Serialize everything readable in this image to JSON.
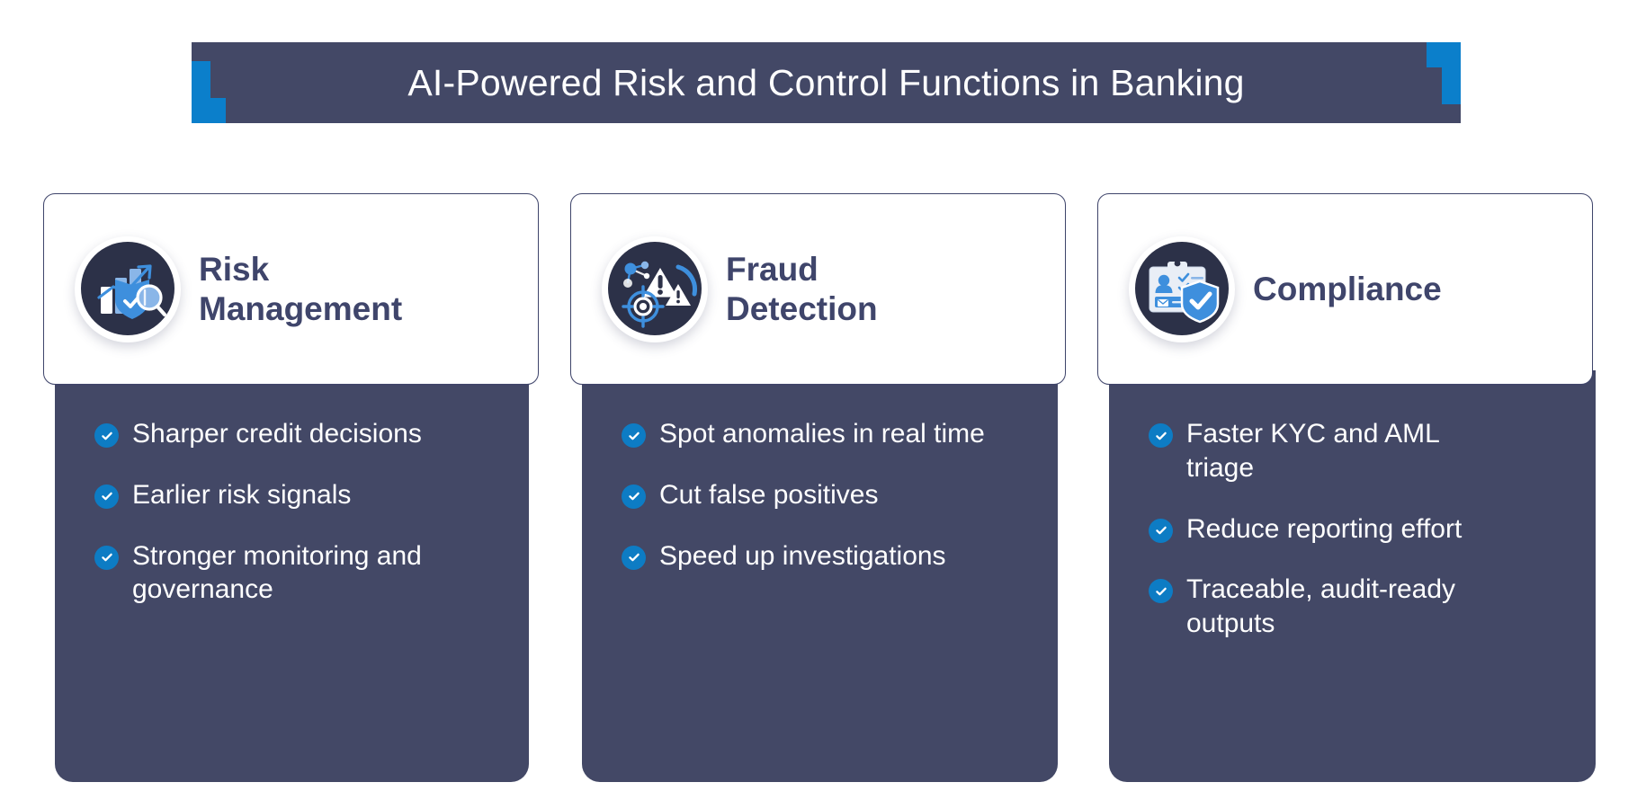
{
  "title": {
    "text": "AI-Powered Risk and Control Functions in Banking",
    "banner_color": "#434866",
    "accent_color": "#0b7fcb",
    "text_color": "#ffffff"
  },
  "theme": {
    "card_body_color": "#434866",
    "card_border_color": "#3f456b",
    "card_title_color": "#3f456b",
    "bullet_badge_color": "#0d7cc4",
    "icon_disc_color": "#2c3148",
    "icon_blue": "#3e8fdd",
    "icon_light_blue": "#8ab6e8",
    "icon_white": "#ffffff",
    "page_background": "#ffffff"
  },
  "cards": [
    {
      "icon_name": "risk-management-icon",
      "icon_parts": [
        "bar-chart",
        "trend-arrow-up",
        "shield-check",
        "magnifier"
      ],
      "title": "Risk\nManagement",
      "title_line1": "Risk",
      "title_line2": "Management",
      "bullets": [
        "Sharper credit decisions",
        "Earlier risk signals",
        "Stronger monitoring and governance"
      ]
    },
    {
      "icon_name": "fraud-detection-icon",
      "icon_parts": [
        "network-nodes",
        "warning-triangle",
        "small-warning-triangle",
        "crosshair-target",
        "signal-arc"
      ],
      "title": "Fraud\nDetection",
      "title_line1": "Fraud",
      "title_line2": "Detection",
      "bullets": [
        "Spot anomalies in real time",
        "Cut false positives",
        "Speed up investigations"
      ]
    },
    {
      "icon_name": "compliance-icon",
      "icon_parts": [
        "clipboard-id-card",
        "person-avatar",
        "checklist-ticks",
        "shield-check"
      ],
      "title": "Compliance",
      "title_line1": "Compliance",
      "title_line2": "",
      "bullets": [
        "Faster KYC and AML triage",
        "Reduce reporting effort",
        "Traceable, audit-ready outputs"
      ]
    }
  ]
}
